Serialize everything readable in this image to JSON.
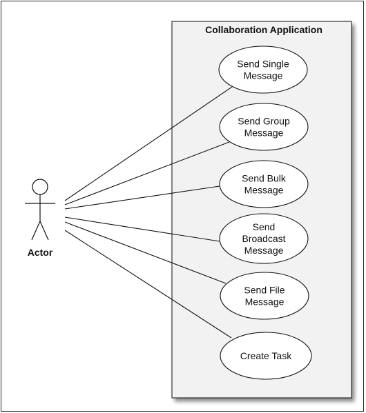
{
  "diagram": {
    "system": {
      "title": "Collaboration Application"
    },
    "actor": {
      "label": "Actor"
    },
    "use_cases": [
      {
        "lines": [
          "Send Single",
          "Message"
        ]
      },
      {
        "lines": [
          "Send Group",
          "Message"
        ]
      },
      {
        "lines": [
          "Send Bulk",
          "Message"
        ]
      },
      {
        "lines": [
          "Send",
          "Broadcast",
          "Message"
        ]
      },
      {
        "lines": [
          "Send File",
          "Message"
        ]
      },
      {
        "lines": [
          "Create Task"
        ]
      }
    ],
    "colors": {
      "system_fill": "#f2f2f2",
      "stroke": "#111111",
      "ellipse_fill": "#ffffff"
    }
  }
}
